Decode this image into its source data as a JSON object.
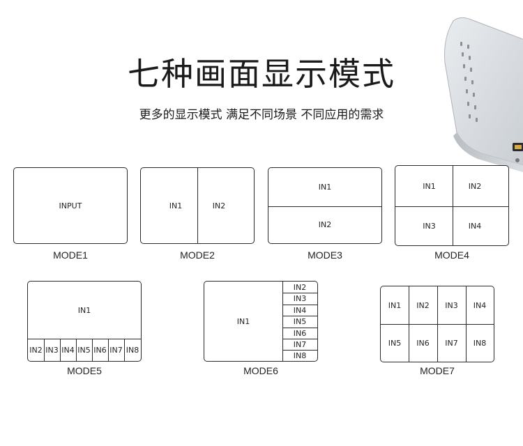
{
  "header": {
    "title": "七种画面显示模式",
    "subtitle": "更多的显示模式 满足不同场景 不同应用的需求"
  },
  "product_image": {
    "icon": "video-processor-device-icon"
  },
  "modes": [
    {
      "label": "MODE1",
      "inputs": [
        "INPUT"
      ]
    },
    {
      "label": "MODE2",
      "inputs": [
        "IN1",
        "IN2"
      ]
    },
    {
      "label": "MODE3",
      "inputs": [
        "IN1",
        "IN2"
      ]
    },
    {
      "label": "MODE4",
      "inputs": [
        "IN1",
        "IN2",
        "IN3",
        "IN4"
      ]
    },
    {
      "label": "MODE5",
      "inputs": [
        "IN1",
        "IN2",
        "IN3",
        "IN4",
        "IN5",
        "IN6",
        "IN7",
        "IN8"
      ]
    },
    {
      "label": "MODE6",
      "inputs": [
        "IN1",
        "IN2",
        "IN3",
        "IN4",
        "IN5",
        "IN6",
        "IN7",
        "IN8"
      ]
    },
    {
      "label": "MODE7",
      "inputs": [
        "IN1",
        "IN2",
        "IN3",
        "IN4",
        "IN5",
        "IN6",
        "IN7",
        "IN8"
      ]
    }
  ]
}
